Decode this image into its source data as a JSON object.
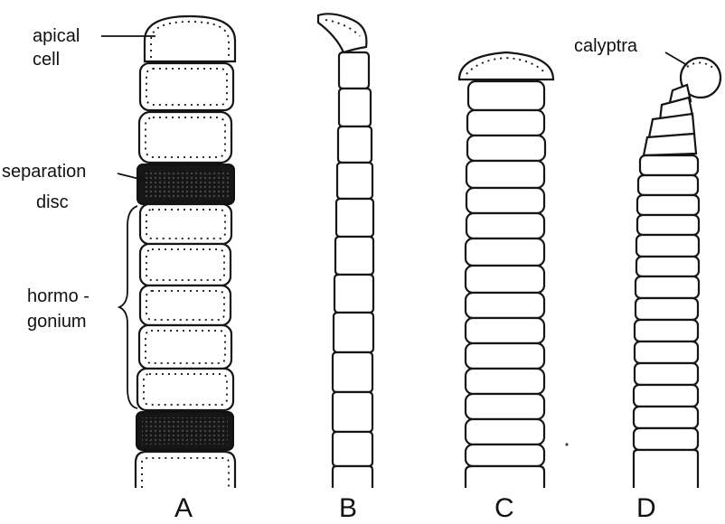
{
  "labels": {
    "apical": "apical",
    "cell": "cell",
    "separation": "separation",
    "disc": "disc",
    "hormo": "hormo -",
    "gonium": "gonium",
    "calyptra": "calyptra"
  },
  "panels": {
    "A": "A",
    "B": "B",
    "C": "C",
    "D": "D"
  }
}
